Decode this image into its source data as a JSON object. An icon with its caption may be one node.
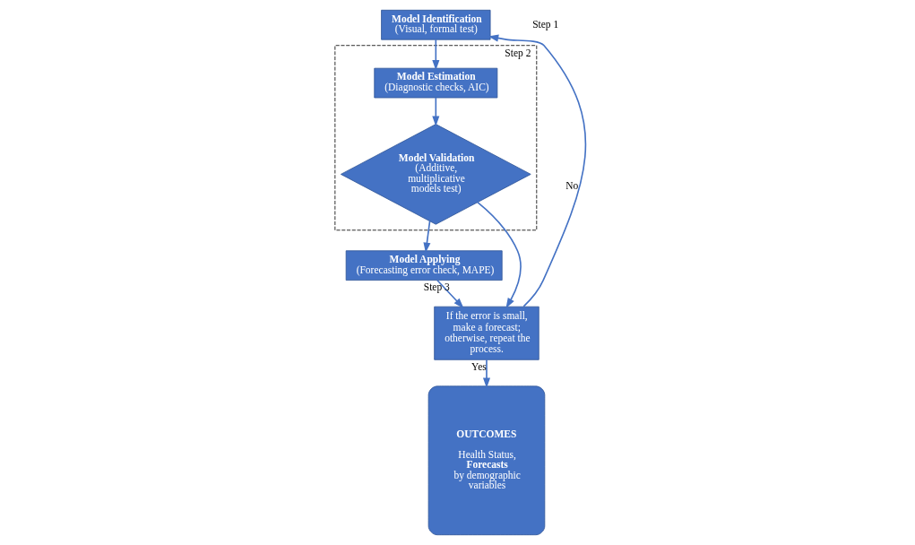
{
  "diagram": {
    "nodes": [
      {
        "text": [
          "Model Identification",
          "(Visual, formal test)"
        ]
      },
      {
        "text": [
          "Step 2"
        ]
      },
      {
        "text": [
          "Model Estimation",
          "(Diagnostic checks, AIC)"
        ],
        "in": 1
      },
      {
        "text": [
          "Model Validation",
          "(Additive, multiplicative models test)"
        ],
        "in": 1
      },
      {
        "text": [
          "Model Applying",
          "(Forecasting error check, MAPE)"
        ]
      },
      {
        "text": [
          "If the error is small, make a forecast; otherwise, repeat the process."
        ]
      },
      {
        "text": [
          "OUTCOMES",
          "Health Status, **Forecasts** by demographic variables"
        ]
      }
    ],
    "edges": [
      {
        "from": 0,
        "to": 2,
        "arrow": "to"
      },
      {
        "from": 2,
        "to": 3,
        "arrow": "to"
      },
      {
        "from": 3,
        "to": 4,
        "arrow": "to"
      },
      {
        "from": 3,
        "to": 5,
        "arrow": "to"
      },
      {
        "from": 4,
        "to": 5,
        "arrow": "to",
        "label": "Step 3"
      },
      {
        "from": 5,
        "to": 0,
        "arrow": "to",
        "label": "No"
      },
      {
        "from": 5,
        "to": 6,
        "arrow": "to",
        "label": "Yes"
      }
    ],
    "labels": [
      "Step 1"
    ]
  }
}
